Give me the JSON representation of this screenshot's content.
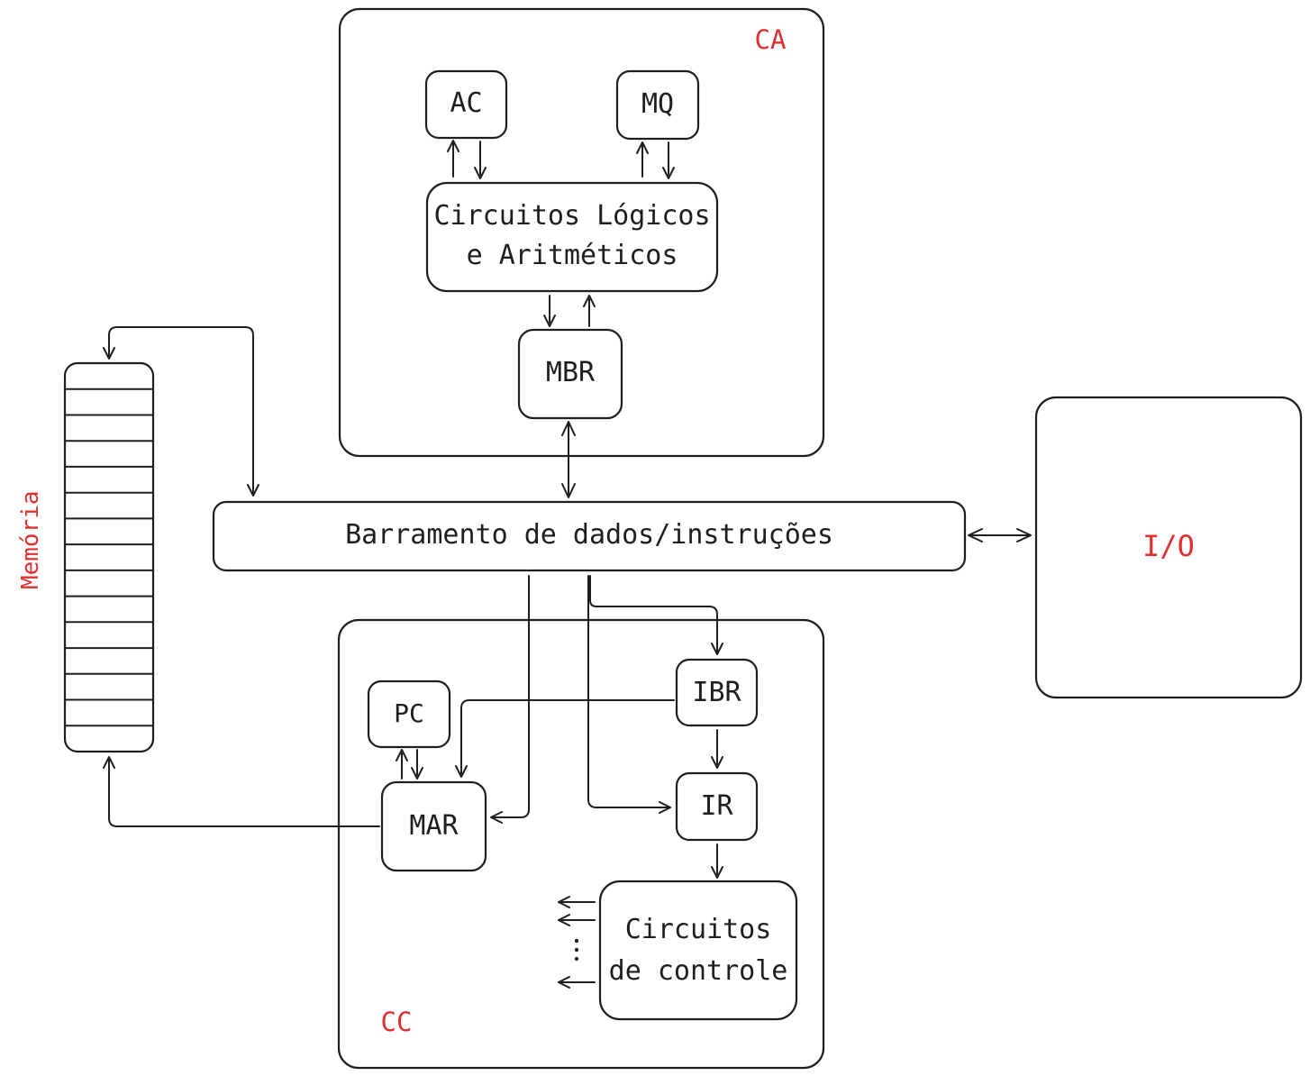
{
  "colors": {
    "ink": "#1e1e1e",
    "accent": "#e03131",
    "background": "#ffffff"
  },
  "units": {
    "ca": {
      "label": "CA"
    },
    "cc": {
      "label": "CC"
    },
    "memory": {
      "label": "Memória",
      "cells": 15
    },
    "io": {
      "label": "I/O"
    }
  },
  "registers": {
    "ac": "AC",
    "mq": "MQ",
    "mbr": "MBR",
    "pc": "PC",
    "mar": "MAR",
    "ibr": "IBR",
    "ir": "IR"
  },
  "blocks": {
    "alu": {
      "line1": "Circuitos Lógicos",
      "line2": "e Aritméticos"
    },
    "control": {
      "line1": "Circuitos",
      "line2": "de controle"
    },
    "bus": {
      "label": "Barramento de dados/instruções"
    }
  },
  "connections": [
    {
      "from": "alu",
      "to": "ac"
    },
    {
      "from": "ac",
      "to": "alu"
    },
    {
      "from": "alu",
      "to": "mq"
    },
    {
      "from": "mq",
      "to": "alu"
    },
    {
      "from": "alu",
      "to": "mbr"
    },
    {
      "from": "mbr",
      "to": "alu"
    },
    {
      "from": "mbr",
      "to": "bus",
      "bidirectional": true
    },
    {
      "from": "bus",
      "to": "io",
      "bidirectional": true
    },
    {
      "from": "memory",
      "to": "bus",
      "bidirectional": true
    },
    {
      "from": "bus",
      "to": "ibr"
    },
    {
      "from": "bus",
      "to": "ir"
    },
    {
      "from": "bus",
      "to": "mar"
    },
    {
      "from": "ibr",
      "to": "ir"
    },
    {
      "from": "ibr",
      "to": "mar"
    },
    {
      "from": "pc",
      "to": "mar"
    },
    {
      "from": "mar",
      "to": "pc"
    },
    {
      "from": "mar",
      "to": "memory"
    },
    {
      "from": "ir",
      "to": "control"
    }
  ]
}
